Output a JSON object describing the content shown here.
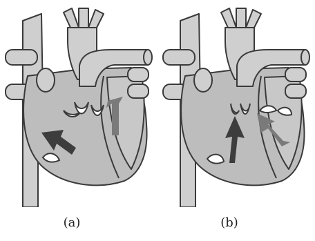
{
  "figure": {
    "panels": [
      {
        "id": "a",
        "caption": "(a)"
      },
      {
        "id": "b",
        "caption": "(b)"
      }
    ]
  },
  "colors": {
    "outline": "#3a3a3a",
    "vessel_fill": "#cfcfcf",
    "chamber_fill": "#bdbdbd",
    "arrow_dark": "#3d3d3d",
    "arrow_mid": "#7a7a7a"
  }
}
